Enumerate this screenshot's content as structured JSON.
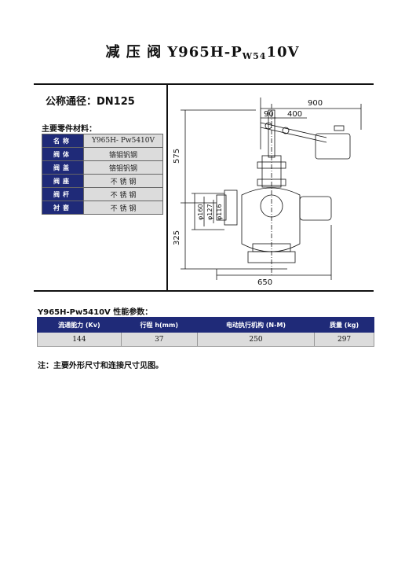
{
  "title": {
    "main": "减 压 阀 Y965H-P",
    "sub": "W54",
    "tail": "10V"
  },
  "nominal": {
    "label": "公称通径：DN125"
  },
  "materials": {
    "heading": "主要零件材料：",
    "rows": [
      {
        "k": "名称",
        "v": "Y965H- Pw5410V"
      },
      {
        "k": "阀体",
        "v": "铬钼钒钢"
      },
      {
        "k": "阀盖",
        "v": "铬钼钒钢"
      },
      {
        "k": "阀座",
        "v": "不 锈 钢"
      },
      {
        "k": "阀杆",
        "v": "不 锈 钢"
      },
      {
        "k": "衬套",
        "v": "不 锈 钢"
      }
    ]
  },
  "drawing": {
    "dims": {
      "d900": "900",
      "d400": "400",
      "d90": "90",
      "d575": "575",
      "d325": "325",
      "d160": "φ160",
      "d127": "φ127",
      "d116": "φ116",
      "d650": "650"
    }
  },
  "performance": {
    "heading": "Y965H-Pw5410V 性能参数：",
    "headers": [
      "流通能力 (Kv)",
      "行程 h(mm)",
      "电动执行机构 (N-M)",
      "质量 (kg)"
    ],
    "values": [
      "144",
      "37",
      "250",
      "297"
    ]
  },
  "note": "注：主要外形尺寸和连接尺寸见图。"
}
